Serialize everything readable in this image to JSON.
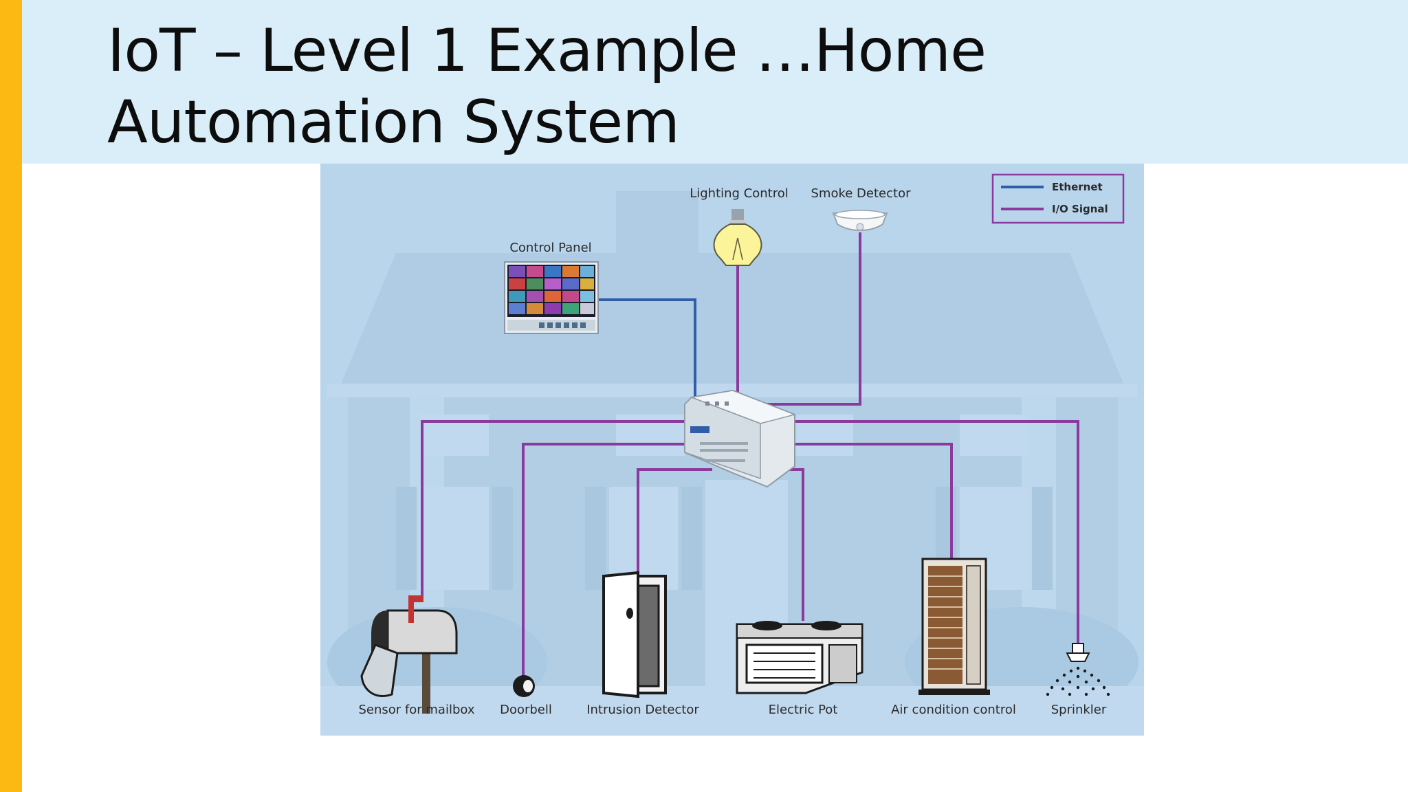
{
  "slide": {
    "title_line1": "IoT – Level 1 Example …Home",
    "title_line2": "Automation System"
  },
  "colors": {
    "accent": "#FDB913",
    "title_band": "#DAEEF9",
    "ethernet_line": "#2F5DA8",
    "io_signal_line": "#8A3A9C",
    "diagram_bg": "#B9D5EC"
  },
  "diagram": {
    "legend": {
      "ethernet": "Ethernet",
      "io_signal": "I/O Signal"
    },
    "labels": {
      "control_panel": "Control Panel",
      "lighting_control": "Lighting Control",
      "smoke_detector": "Smoke Detector",
      "mailbox_sensor": "Sensor for mailbox",
      "doorbell": "Doorbell",
      "intrusion_detector": "Intrusion Detector",
      "electric_pot": "Electric Pot",
      "air_condition": "Air condition control",
      "sprinkler": "Sprinkler"
    },
    "icons": [
      "control-panel-icon",
      "light-bulb-icon",
      "smoke-detector-icon",
      "controller-icon",
      "mailbox-icon",
      "doorbell-icon",
      "door-icon",
      "electric-pot-icon",
      "air-conditioner-icon",
      "sprinkler-icon",
      "house-icon"
    ]
  }
}
